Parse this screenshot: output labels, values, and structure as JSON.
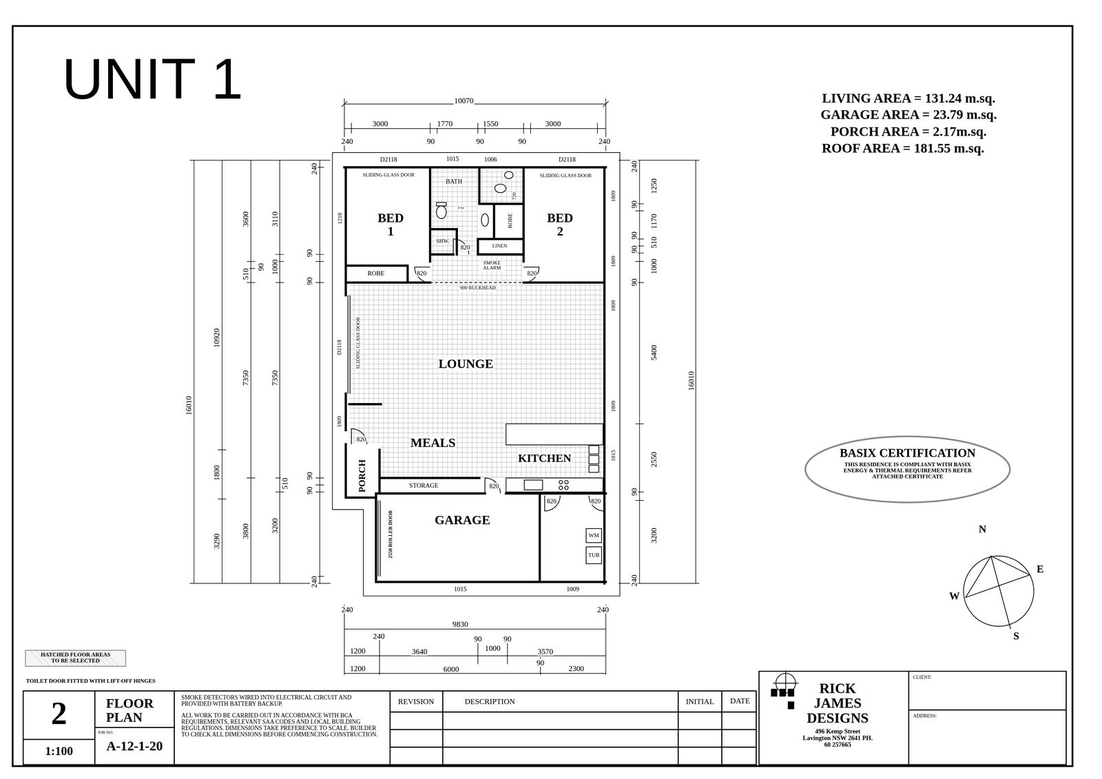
{
  "diagram": {
    "title": "UNIT 1",
    "nodes": [
      {
        "text": [
          "BASIX CERTIFICATION",
          "THIS RESIDENCE IS COMPLIANT WITH BASIX ENERGY & THERMAL REQUIREMENTS REFER ATTACHED CERTIFICATE"
        ]
      },
      {
        "text": [
          "HATCHED FLOOR AREAS TO BE SELECTED"
        ]
      },
      {
        "text": [
          "2"
        ]
      },
      {
        "text": [
          "1:100"
        ]
      },
      {
        "text": [
          "FLOOR PLAN"
        ]
      },
      {
        "text": [
          "JOB NO.",
          "A-12-1-20"
        ]
      },
      {
        "text": [
          "SMOKE DETECTORS WIRED INTO ELECTRICAL CIRCUIT AND PROVIDED WITH BATTERY BACKUP.",
          "ALL WORK TO BE CARRIED OUT IN ACCORDANCE WITH BCA REQUIREMENTS, RELEVANT SAA CODES AND LOCAL BUILDING REGULATIONS. DIMENSIONS TAKE PREFERENCE TO SCALE. BUILDER TO CHECK ALL DIMENSIONS BEFORE COMMENCING CONSTRUCTION."
        ]
      },
      {
        "text": [
          "RICK JAMES DESIGNS",
          "496 Kemp Street Lavington NSW 2641 PH. 60 257665"
        ]
      },
      {
        "text": [
          "CLIENT:"
        ]
      },
      {
        "text": [
          "ADDRESS:"
        ]
      }
    ],
    "labels": [
      "LIVING AREA = 131.24 m.sq.",
      "GARAGE AREA = 23.79 m.sq.",
      "PORCH AREA = 2.17m.sq.",
      "ROOF AREA = 181.55 m.sq.",
      "10070",
      "3000",
      "1770",
      "1550",
      "3000",
      "240",
      "90",
      "90",
      "90",
      "240",
      "D2118",
      "1015",
      "1006",
      "D2118",
      "SLIDING GLASS DOOR",
      "BATH",
      "SLIDING GLASS DOOR",
      "720",
      "BED 1",
      "BED 2",
      "ROBE",
      "1218",
      "1809",
      "F/W",
      "SHW.",
      "820",
      "LINEN",
      "SMOKE ALARM",
      "ROBE",
      "820",
      "820",
      "900 BULKHEAD",
      "1809",
      "1809",
      "D2118",
      "SLIDING GLASS DOOR",
      "LOUNGE",
      "1809",
      "1809",
      "820",
      "MEALS",
      "KITCHEN",
      "1015",
      "PORCH",
      "STORAGE",
      "820",
      "GARAGE",
      "820",
      "820",
      "2550 ROLLER DOOR",
      "WM",
      "TUB",
      "1015",
      "1009",
      "16010",
      "10920",
      "1800",
      "3290",
      "3600",
      "510",
      "7350",
      "3800",
      "90",
      "3110",
      "1000",
      "7350",
      "3200",
      "510",
      "240",
      "90",
      "90",
      "90",
      "90",
      "240",
      "240",
      "1250",
      "90",
      "1170",
      "90",
      "90",
      "510",
      "1000",
      "90",
      "5400",
      "16010",
      "2550",
      "90",
      "3200",
      "240",
      "240",
      "240",
      "9830",
      "240",
      "1200",
      "3640",
      "90",
      "1000",
      "90",
      "3570",
      "1200",
      "6000",
      "90",
      "2300",
      "TOILET DOOR FITTED WITH LIFT-OFF HINGES",
      "N",
      "E",
      "W",
      "S",
      "REVISION",
      "DESCRIPTION",
      "INITIAL",
      "DATE"
    ]
  }
}
